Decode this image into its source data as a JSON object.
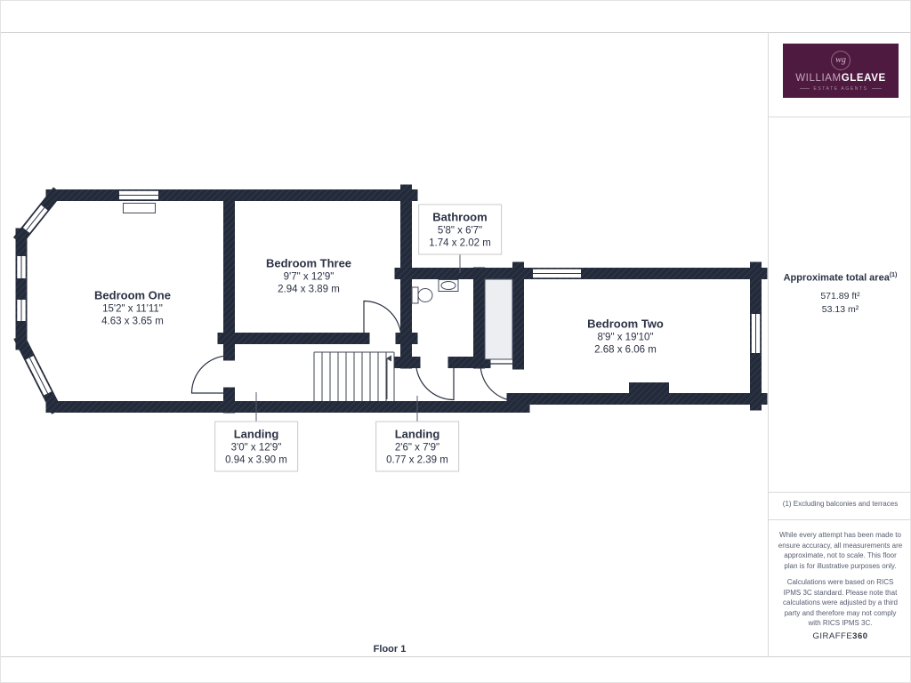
{
  "page": {
    "floor_label": "Floor 1"
  },
  "rooms": {
    "bedroom_one": {
      "name": "Bedroom One",
      "imperial": "15'2\" x 11'11\"",
      "metric": "4.63 x 3.65 m"
    },
    "bedroom_three": {
      "name": "Bedroom Three",
      "imperial": "9'7\" x 12'9\"",
      "metric": "2.94 x 3.89 m"
    },
    "bathroom": {
      "name": "Bathroom",
      "imperial": "5'8\" x 6'7\"",
      "metric": "1.74 x 2.02 m"
    },
    "bedroom_two": {
      "name": "Bedroom Two",
      "imperial": "8'9\" x 19'10\"",
      "metric": "2.68 x 6.06 m"
    },
    "landing_one": {
      "name": "Landing",
      "imperial": "3'0\" x 12'9\"",
      "metric": "0.94 x 3.90 m"
    },
    "landing_two": {
      "name": "Landing",
      "imperial": "2'6\" x 7'9\"",
      "metric": "0.77 x 2.39 m"
    }
  },
  "sidebar": {
    "logo": {
      "monogram": "wg",
      "brand_first": "WILLIAM",
      "brand_second": "GLEAVE",
      "tagline": "ESTATE AGENTS"
    },
    "area": {
      "title": "Approximate total area",
      "note_ref": "(1)",
      "imperial": "571.89 ft²",
      "metric": "53.13 m²"
    },
    "footnote": "(1) Excluding balconies and terraces",
    "disclaimer_1": "While every attempt has been made to ensure accuracy, all measurements are approximate, not to scale. This floor plan is for illustrative purposes only.",
    "disclaimer_2": "Calculations were based on RICS IPMS 3C standard. Please note that calculations were adjusted by a third party and therefore may not comply with RICS IPMS 3C.",
    "credit_brand": "GIRAFFE",
    "credit_suffix": "360"
  },
  "colors": {
    "wall": "#232a39",
    "wall_hatch": "#3a4255",
    "text": "#2b3245",
    "fine_print": "#565c6e",
    "brand_bg": "#4f1a40",
    "divider": "#d9d9d9"
  }
}
